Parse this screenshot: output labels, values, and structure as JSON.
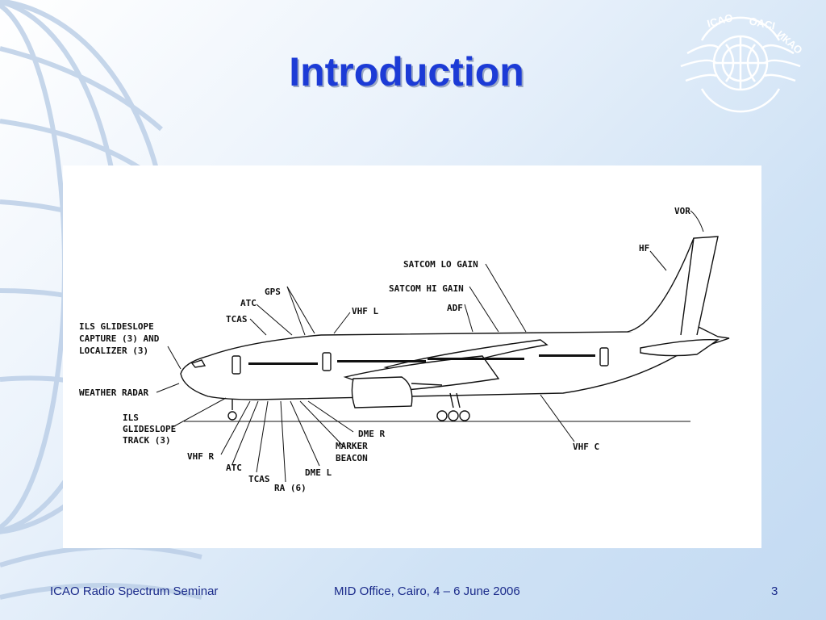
{
  "slide": {
    "title": "Introduction",
    "logo_text": "ICAO • OACI • ИКАО",
    "footer": {
      "left": "ICAO Radio Spectrum Seminar",
      "center": "MID Office, Cairo, 4 – 6 June 2006",
      "page": "3"
    }
  },
  "diagram": {
    "labels": {
      "vor": "VOR",
      "hf": "HF",
      "satcom_lo": "SATCOM LO GAIN",
      "satcom_hi": "SATCOM HI GAIN",
      "adf": "ADF",
      "gps": "GPS",
      "atc_top": "ATC",
      "tcas_top": "TCAS",
      "vhf_l": "VHF L",
      "ils_cap_1": "ILS GLIDESLOPE",
      "ils_cap_2": "CAPTURE (3) AND",
      "ils_cap_3": "LOCALIZER (3)",
      "weather_radar": "WEATHER RADAR",
      "ils_track_1": "ILS",
      "ils_track_2": "GLIDESLOPE",
      "ils_track_3": "TRACK (3)",
      "vhf_r": "VHF R",
      "atc_bottom": "ATC",
      "tcas_bottom": "TCAS",
      "ra": "RA (6)",
      "dme_l": "DME L",
      "marker_1": "MARKER",
      "marker_2": "BEACON",
      "dme_r": "DME R",
      "vhf_c": "VHF C"
    }
  },
  "colors": {
    "title": "#1c3bd6",
    "footer": "#1a2a8a",
    "background": "#cfe2f5"
  }
}
